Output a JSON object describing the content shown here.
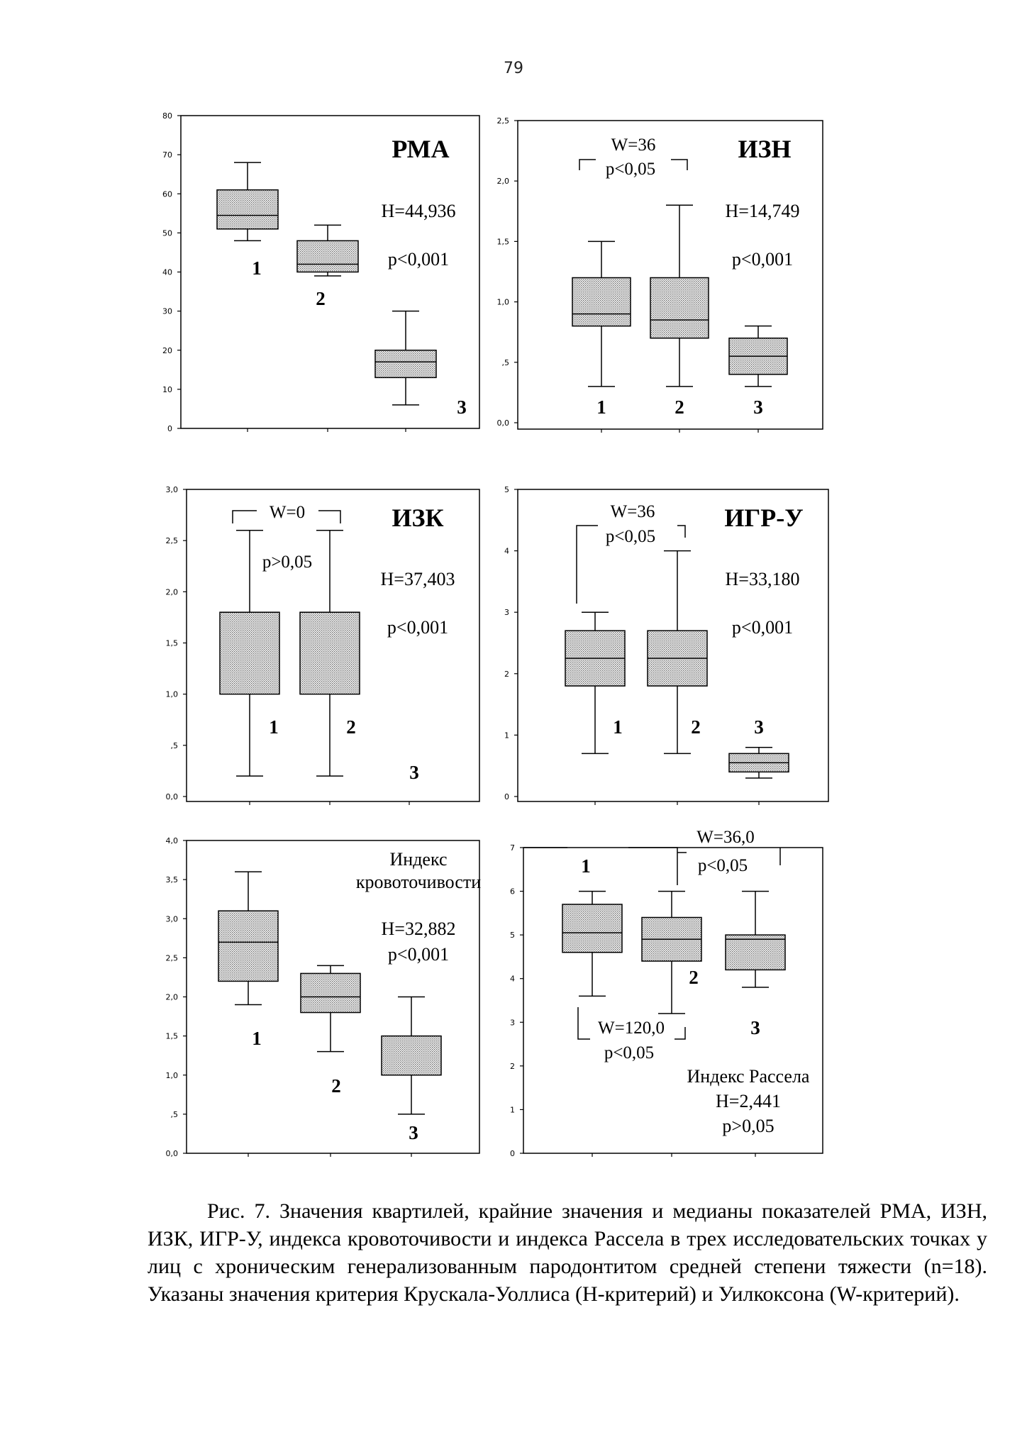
{
  "page_number": "79",
  "caption": {
    "indent": "",
    "text": "Рис. 7. Значения квартилей, крайние значения и медианы показателей РМА, ИЗН, ИЗК, ИГР-У, индекса кровоточивости и индекса Рассела  в трех исследовательских точках у лиц с хроническим генерализованным пародонтитом средней степени тяжести (n=18). Указаны значения критерия Крускала-Уоллиса (Н-критерий) и Уилкоксона (W-критерий)."
  },
  "colors": {
    "ink": "#000000",
    "paper": "#ffffff",
    "box_fill_dots": "#6e6e6e"
  },
  "chart_data": [
    {
      "type": "boxplot",
      "title": "РМА",
      "ylim": [
        0,
        80
      ],
      "yticks": [
        "0",
        "10",
        "20",
        "30",
        "40",
        "50",
        "60",
        "70",
        "80"
      ],
      "groups": [
        {
          "label": "1",
          "min": 48,
          "q1": 51,
          "median": 54.5,
          "q3": 61,
          "max": 68
        },
        {
          "label": "2",
          "min": 39,
          "q1": 40,
          "median": 42,
          "q3": 48,
          "max": 52
        },
        {
          "label": "3",
          "min": 6,
          "q1": 13,
          "median": 17,
          "q3": 20,
          "max": 30
        }
      ],
      "stats": [
        "H=44,936",
        "p<0,001"
      ],
      "wilcoxon": []
    },
    {
      "type": "boxplot",
      "title": "ИЗН",
      "ylim": [
        0,
        2.5
      ],
      "yticks": [
        "0,0",
        ",5",
        "1,0",
        "1,5",
        "2,0",
        "2,5"
      ],
      "groups": [
        {
          "label": "1",
          "min": 0.3,
          "q1": 0.8,
          "median": 0.9,
          "q3": 1.2,
          "max": 1.5
        },
        {
          "label": "2",
          "min": 0.3,
          "q1": 0.7,
          "median": 0.85,
          "q3": 1.2,
          "max": 1.8
        },
        {
          "label": "3",
          "min": 0.3,
          "q1": 0.4,
          "median": 0.55,
          "q3": 0.7,
          "max": 0.8
        }
      ],
      "stats": [
        "H=14,749",
        "p<0,001"
      ],
      "wilcoxon": [
        {
          "between": [
            "1",
            "2"
          ],
          "w": "W=36",
          "p": "p<0,05"
        }
      ]
    },
    {
      "type": "boxplot",
      "title": "ИЗК",
      "ylim": [
        0,
        3
      ],
      "yticks": [
        "0,0",
        ",5",
        "1,0",
        "1,5",
        "2,0",
        "2,5",
        "3,0"
      ],
      "groups": [
        {
          "label": "1",
          "min": 0.2,
          "q1": 1.0,
          "median": 1.8,
          "q3": 1.8,
          "max": 2.6
        },
        {
          "label": "2",
          "min": 0.2,
          "q1": 1.0,
          "median": 1.8,
          "q3": 1.8,
          "max": 2.6
        },
        {
          "label": "3"
        }
      ],
      "stats": [
        "H=37,403",
        "p<0,001"
      ],
      "wilcoxon": [
        {
          "between": [
            "1",
            "2"
          ],
          "w": "W=0",
          "p": "p>0,05"
        }
      ]
    },
    {
      "type": "boxplot",
      "title": "ИГР-У",
      "ylim": [
        0,
        5
      ],
      "yticks": [
        "0",
        "1",
        "2",
        "3",
        "4",
        "5"
      ],
      "groups": [
        {
          "label": "1",
          "min": 0.7,
          "q1": 1.8,
          "median": 2.25,
          "q3": 2.7,
          "max": 3
        },
        {
          "label": "2",
          "min": 0.7,
          "q1": 1.8,
          "median": 2.25,
          "q3": 2.7,
          "max": 4
        },
        {
          "label": "3",
          "min": 0.3,
          "q1": 0.4,
          "median": 0.55,
          "q3": 0.7,
          "max": 0.8
        }
      ],
      "stats": [
        "H=33,180",
        "p<0,001"
      ],
      "wilcoxon": [
        {
          "between": [
            "1",
            "2"
          ],
          "w": "W=36",
          "p": "p<0,05"
        }
      ]
    },
    {
      "type": "boxplot",
      "title": "Индекс кровоточивости",
      "title_lines": [
        "Индекс",
        "кровоточивости"
      ],
      "ylim": [
        0,
        4
      ],
      "yticks": [
        "0,0",
        ",5",
        "1,0",
        "1,5",
        "2,0",
        "2,5",
        "3,0",
        "3,5",
        "4,0"
      ],
      "groups": [
        {
          "label": "1",
          "min": 1.9,
          "q1": 2.2,
          "median": 2.7,
          "q3": 3.1,
          "max": 3.6
        },
        {
          "label": "2",
          "min": 1.3,
          "q1": 1.8,
          "median": 2.0,
          "q3": 2.3,
          "max": 2.4
        },
        {
          "label": "3",
          "min": 0.5,
          "q1": 1.0,
          "median": 1.0,
          "q3": 1.5,
          "max": 2.0
        }
      ],
      "stats": [
        "H=32,882",
        "p<0,001"
      ],
      "wilcoxon": []
    },
    {
      "type": "boxplot",
      "title": "Индекс Рассела",
      "ylim": [
        0,
        7
      ],
      "yticks": [
        "0",
        "1",
        "2",
        "3",
        "4",
        "5",
        "6",
        "7"
      ],
      "groups": [
        {
          "label": "1",
          "min": 3.6,
          "q1": 4.6,
          "median": 5.05,
          "q3": 5.7,
          "max": 6
        },
        {
          "label": "2",
          "min": 3.2,
          "q1": 4.4,
          "median": 4.9,
          "q3": 5.4,
          "max": 6
        },
        {
          "label": "3",
          "min": 3.8,
          "q1": 4.2,
          "median": 4.9,
          "q3": 5.0,
          "max": 6
        }
      ],
      "stats": [
        "H=2,441",
        "p>0,05"
      ],
      "wilcoxon": [
        {
          "between": [
            "2",
            "3"
          ],
          "w": "W=36,0",
          "p": "p<0,05"
        },
        {
          "between": [
            "1",
            "2"
          ],
          "w": "W=120,0",
          "p": "p<0,05"
        }
      ]
    }
  ]
}
